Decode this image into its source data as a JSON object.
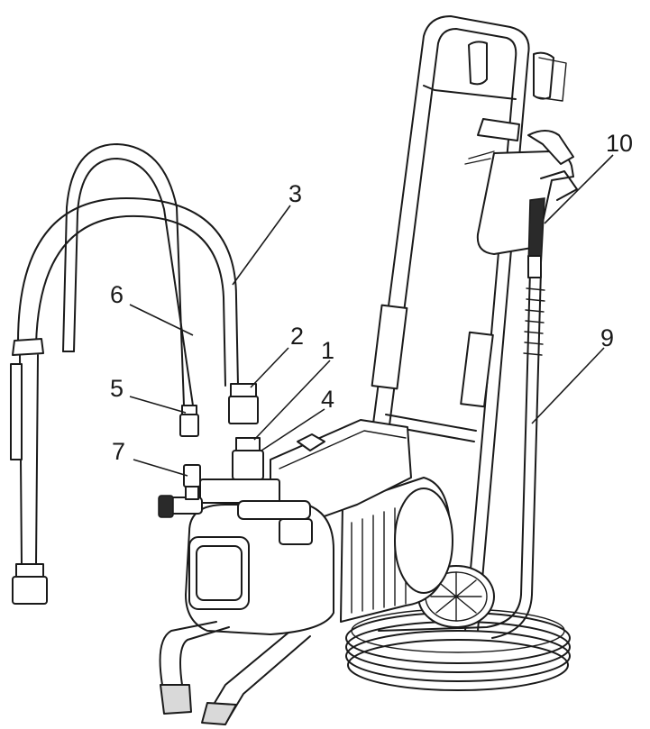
{
  "callouts": [
    {
      "id": "c1",
      "label": "1"
    },
    {
      "id": "c2",
      "label": "2"
    },
    {
      "id": "c3",
      "label": "3"
    },
    {
      "id": "c4",
      "label": "4"
    },
    {
      "id": "c5",
      "label": "5"
    },
    {
      "id": "c6",
      "label": "6"
    },
    {
      "id": "c7",
      "label": "7"
    },
    {
      "id": "c9",
      "label": "9"
    },
    {
      "id": "c10",
      "label": "10"
    }
  ]
}
